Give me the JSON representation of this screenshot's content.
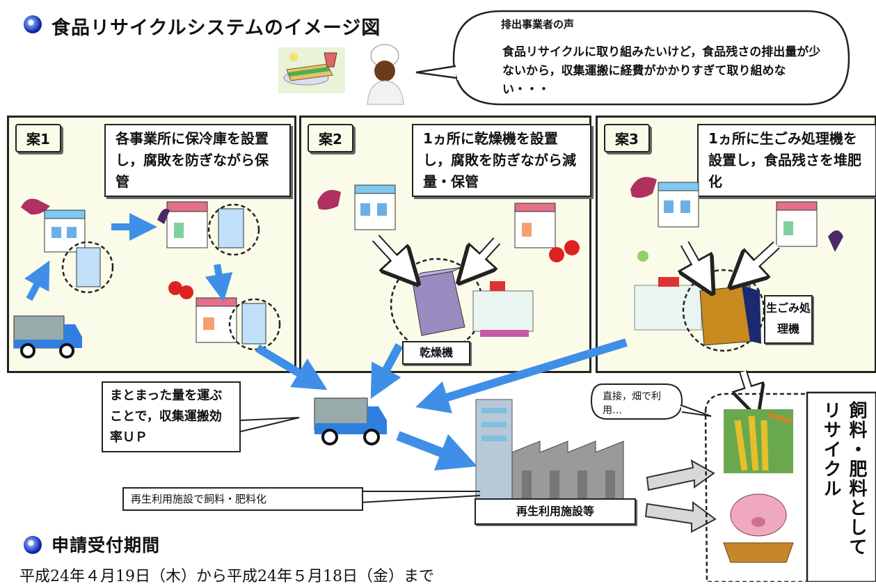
{
  "title": "食品リサイクルシステムのイメージ図",
  "speech": {
    "heading": "排出事業者の声",
    "text": "食品リサイクルに取り組みたいけど，食品残さの排出量が少ないから，収集運搬に経費がかかりすぎて取り組めない・・・"
  },
  "plans": [
    {
      "tag": "案1",
      "note": "各事業所に保冷庫を設置し，腐敗を防ぎながら保管"
    },
    {
      "tag": "案2",
      "note": "1ヵ所に乾燥機を設置し，腐敗を防ぎながら減量・保管",
      "machine": "乾燥機"
    },
    {
      "tag": "案3",
      "note": "1ヵ所に生ごみ処理機を設置し，食品残さを堆肥化",
      "machine": "生ごみ処理機"
    }
  ],
  "lower": {
    "transport_note": "まとまった量を運ぶことで，収集運搬効率ＵＰ",
    "direct_use": "直接，畑で利用…",
    "facility_note": "再生利用施設で飼料・肥料化",
    "facility_label": "再生利用施設等",
    "vertical_label": "飼料・肥料としてリサイクル"
  },
  "application": {
    "heading": "申請受付期間",
    "period": "平成24年４月19日（木）から平成24年５月18日（金）まで"
  },
  "colors": {
    "bullet_blue": "#1d3fc0",
    "arrow_blue": "#3f8fe8",
    "panel_bg": "#fbfbe9",
    "truck_blue": "#2f7fe0"
  }
}
